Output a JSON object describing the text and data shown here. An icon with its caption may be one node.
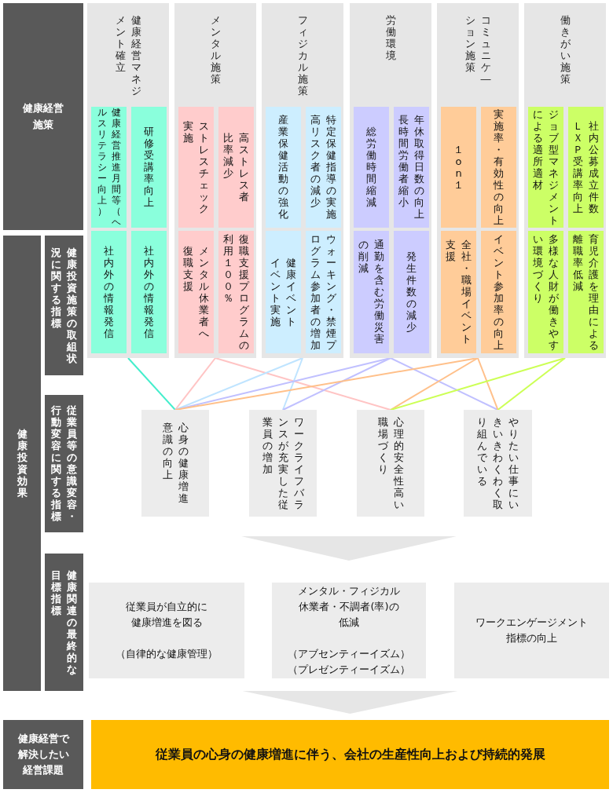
{
  "diagram": {
    "nodes": [
      {
        "text": [
          "健康経営施策"
        ]
      },
      {
        "text": [
          "健康経営マネジメント確立"
        ]
      },
      {
        "text": [
          "健康経営推進月間等（ヘルスリテラシー向上）"
        ],
        "in": 1
      },
      {
        "text": [
          "研修受講率向上"
        ],
        "in": 1
      },
      {
        "text": [
          "社内外の情報発信"
        ],
        "in": 1
      },
      {
        "text": [
          "社内外の情報発信"
        ],
        "in": 1
      },
      {
        "text": [
          "メンタル施策"
        ]
      },
      {
        "text": [
          "ストレスチェック実施"
        ],
        "in": 6
      },
      {
        "text": [
          "高ストレス者比率減少"
        ],
        "in": 6
      },
      {
        "text": [
          "メンタル休業者へ復職支援"
        ],
        "in": 6
      },
      {
        "text": [
          "復職支援プログラムの利用１００％"
        ],
        "in": 6
      },
      {
        "text": [
          "フィジカル施策"
        ]
      },
      {
        "text": [
          "産業保健活動の強化"
        ],
        "in": 11
      },
      {
        "text": [
          "特定保健指導の実施高リスク者の減少"
        ],
        "in": 11
      },
      {
        "text": [
          "健康イベントイベント実施"
        ],
        "in": 11
      },
      {
        "text": [
          "ウォーキング・禁煙プログラム参加者の増加"
        ],
        "in": 11
      },
      {
        "text": [
          "労働環境"
        ]
      },
      {
        "text": [
          "総労働時間縮減"
        ],
        "in": 16
      },
      {
        "text": [
          "年休取得日数の向上長時間労働者縮小"
        ],
        "in": 16
      },
      {
        "text": [
          "通勤を含む労働災害の削減"
        ],
        "in": 16
      },
      {
        "text": [
          "発生件数の減少"
        ],
        "in": 16
      },
      {
        "text": [
          "コミュニケ―ション施策"
        ]
      },
      {
        "text": [
          "１on１"
        ],
        "in": 21
      },
      {
        "text": [
          "実施率・有効性の向上"
        ],
        "in": 21
      },
      {
        "text": [
          "全社・職場イベント支援"
        ],
        "in": 21
      },
      {
        "text": [
          "イベント参加率の向上"
        ],
        "in": 21
      },
      {
        "text": [
          "働きがい施策"
        ]
      },
      {
        "text": [
          "ジョブ型マネジメントによる適所適材"
        ],
        "in": 26
      },
      {
        "text": [
          "社内公募成立件数ＬＸＰ受講率向上"
        ],
        "in": 26
      },
      {
        "text": [
          "多様な人財が働きやすい環境づくり"
        ],
        "in": 26
      },
      {
        "text": [
          "育児介護を理由による離職率低減"
        ],
        "in": 26
      },
      {
        "text": [
          "健康投資効果"
        ]
      },
      {
        "text": [
          "健康投資施策の取組状況に関する指標"
        ]
      },
      {
        "text": [
          "従業員等の意識変容・行動変容に関する指標"
        ]
      },
      {
        "text": [
          "心身の健康増進意識の向上"
        ]
      },
      {
        "text": [
          "ワークライフバランスが充実した従業員の増加"
        ]
      },
      {
        "text": [
          "心理的安全性高い職場づくり"
        ]
      },
      {
        "text": [
          "やりたい仕事にいきいきわくわく取り組んでいる"
        ]
      },
      {
        "text": [
          "健康関連の最終的な目標指標"
        ]
      },
      {
        "text": [
          "従業員が自立的に健康増進を図る",
          "（自律的な健康管理）"
        ]
      },
      {
        "text": [
          "メンタル・フィジカル休業者・不調者(率)の低減",
          "（アブセンティーイズム）（プレゼンティーイズム）"
        ]
      },
      {
        "text": [
          "ワークエンゲージメント指標の向上"
        ]
      },
      {
        "text": [
          "健康経営で解決したい経営課題"
        ]
      },
      {
        "text": [
          "従業員の心身の健康増進に伴う、会社の生産性向上および持続的発展"
        ]
      }
    ],
    "edges": [
      {
        "from": 1,
        "to": 34,
        "arrow": "none",
        "color": "#44eecc"
      },
      {
        "from": 6,
        "to": 34,
        "arrow": "none",
        "color": "#ffc4c4"
      },
      {
        "from": 6,
        "to": 36,
        "arrow": "none",
        "color": "#ffc4c4"
      },
      {
        "from": 11,
        "to": 34,
        "arrow": "none",
        "color": "#bfe4ff"
      },
      {
        "from": 11,
        "to": 35,
        "arrow": "none",
        "color": "#bfe4ff"
      },
      {
        "from": 16,
        "to": 34,
        "arrow": "none",
        "color": "#c0c0ff"
      },
      {
        "from": 16,
        "to": 35,
        "arrow": "none",
        "color": "#c0c0ff"
      },
      {
        "from": 16,
        "to": 37,
        "arrow": "none",
        "color": "#c0c0ff"
      },
      {
        "from": 21,
        "to": 34,
        "arrow": "none",
        "color": "#ffc08a"
      },
      {
        "from": 21,
        "to": 36,
        "arrow": "none",
        "color": "#ffc08a"
      },
      {
        "from": 21,
        "to": 37,
        "arrow": "none",
        "color": "#ffc08a"
      },
      {
        "from": 26,
        "to": 36,
        "arrow": "none",
        "color": "#ccff55"
      },
      {
        "from": 26,
        "to": 37,
        "arrow": "none",
        "color": "#ccff55"
      },
      {
        "from": null,
        "to": 40,
        "arrow": "to",
        "style": "thick",
        "color": "#e6e6e6"
      },
      {
        "from": 40,
        "to": 43,
        "arrow": "to",
        "style": "thick",
        "color": "#e6e6e6"
      }
    ]
  }
}
